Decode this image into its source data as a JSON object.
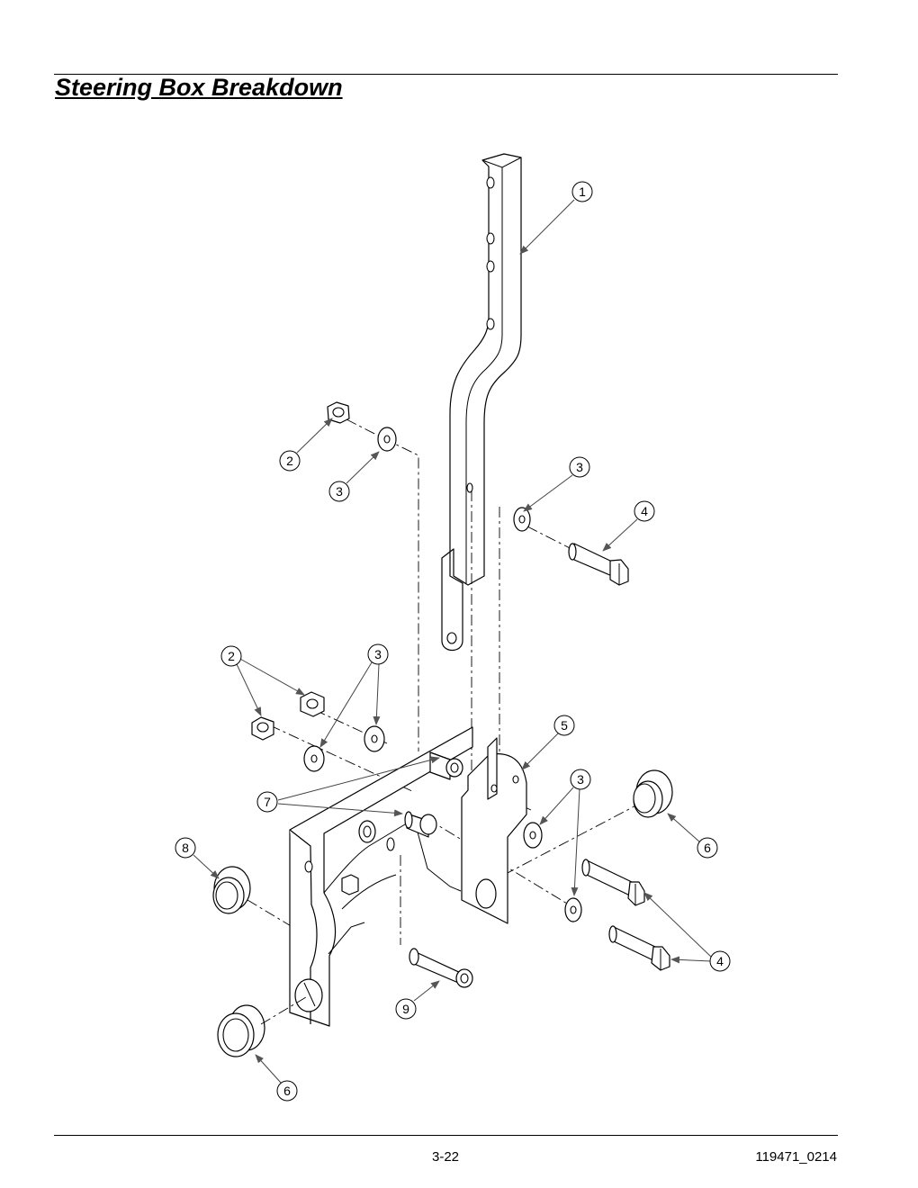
{
  "header": {
    "title": "Steering Box Breakdown"
  },
  "footer": {
    "page_number": "3-22",
    "document_id": "119471_0214"
  },
  "callouts": [
    {
      "id": "c1",
      "label": "1"
    },
    {
      "id": "c2a",
      "label": "2"
    },
    {
      "id": "c3a",
      "label": "3"
    },
    {
      "id": "c3b",
      "label": "3"
    },
    {
      "id": "c4a",
      "label": "4"
    },
    {
      "id": "c2b",
      "label": "2"
    },
    {
      "id": "c3c",
      "label": "3"
    },
    {
      "id": "c5",
      "label": "5"
    },
    {
      "id": "c3d",
      "label": "3"
    },
    {
      "id": "c7",
      "label": "7"
    },
    {
      "id": "c6a",
      "label": "6"
    },
    {
      "id": "c8",
      "label": "8"
    },
    {
      "id": "c4b",
      "label": "4"
    },
    {
      "id": "c9",
      "label": "9"
    },
    {
      "id": "c6b",
      "label": "6"
    }
  ]
}
